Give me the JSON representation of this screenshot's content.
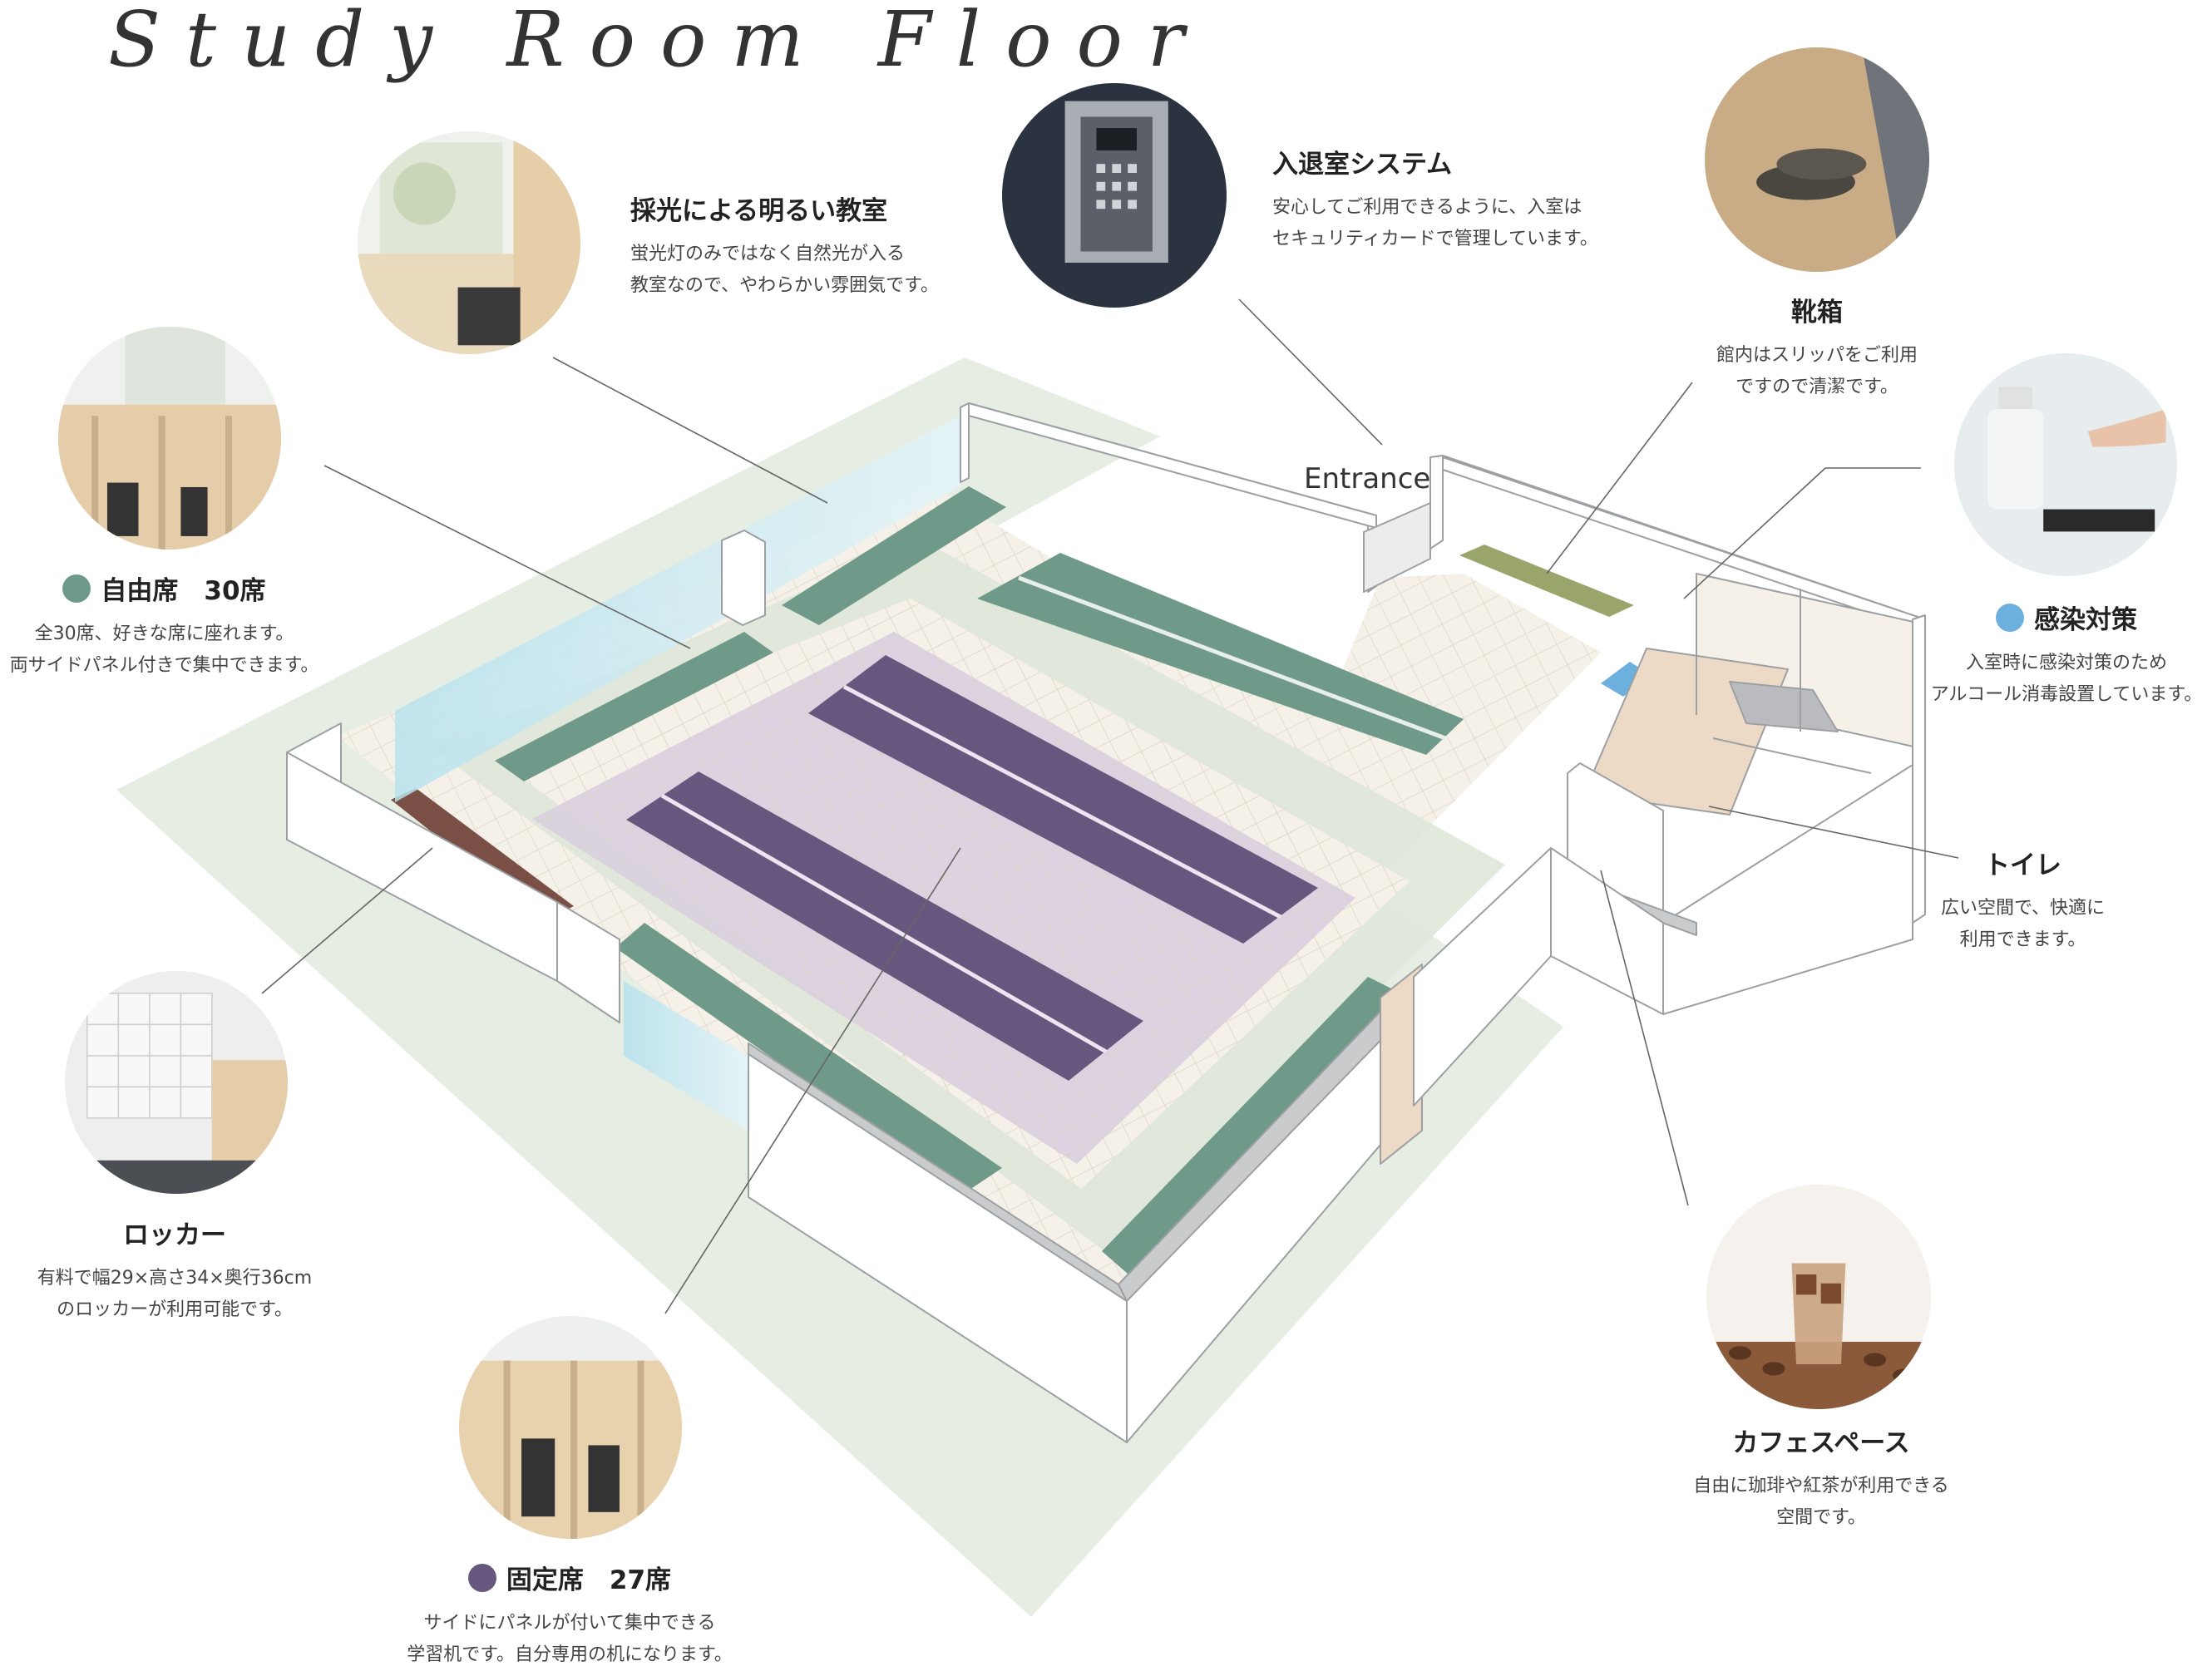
{
  "page_title": "Study Room Floor",
  "entrance_label": "Entrance",
  "colors": {
    "free_seat": "#6f9a8a",
    "fixed_seat": "#66577f",
    "infection": "#6cb1de",
    "locker": "#7a4f45",
    "shoe_box": "#9aa56b",
    "floor_bg": "#e6ede3"
  },
  "features": {
    "daylight": {
      "icon": "window-classroom-photo",
      "title": "採光による明るい教室",
      "desc1": "蛍光灯のみではなく自然光が入る",
      "desc2": "教室なので、やわらかい雰囲気です。"
    },
    "entry_system": {
      "icon": "intercom-panel-photo",
      "title": "入退室システム",
      "desc1": "安心してご利用できるように、入室は",
      "desc2": "セキュリティカードで管理しています。"
    },
    "shoe_box": {
      "icon": "slippers-photo",
      "title": "靴箱",
      "desc1": "館内はスリッパをご利用",
      "desc2": "ですので清潔です。"
    },
    "free_seats": {
      "icon": "free-seat-booths-photo",
      "title": "自由席　30席",
      "desc1": "全30席、好きな席に座れます。",
      "desc2": "両サイドパネル付きで集中できます。"
    },
    "infection": {
      "icon": "sanitizer-dispenser-photo",
      "title": "感染対策",
      "desc1": "入室時に感染対策のため",
      "desc2": "アルコール消毒設置しています。"
    },
    "toilet": {
      "title": "トイレ",
      "desc1": "広い空間で、快適に",
      "desc2": "利用できます。"
    },
    "locker": {
      "icon": "lockers-photo",
      "title": "ロッカー",
      "desc1": "有料で幅29×高さ34×奥行36cm",
      "desc2": "のロッカーが利用可能です。"
    },
    "cafe": {
      "icon": "iced-coffee-photo",
      "title": "カフェスペース",
      "desc1": "自由に珈琲や紅茶が利用できる",
      "desc2": "空間です。"
    },
    "fixed_seats": {
      "icon": "fixed-desk-booths-photo",
      "title": "固定席　27席",
      "desc1": "サイドにパネルが付いて集中できる",
      "desc2": "学習机です。自分専用の机になります。"
    }
  }
}
